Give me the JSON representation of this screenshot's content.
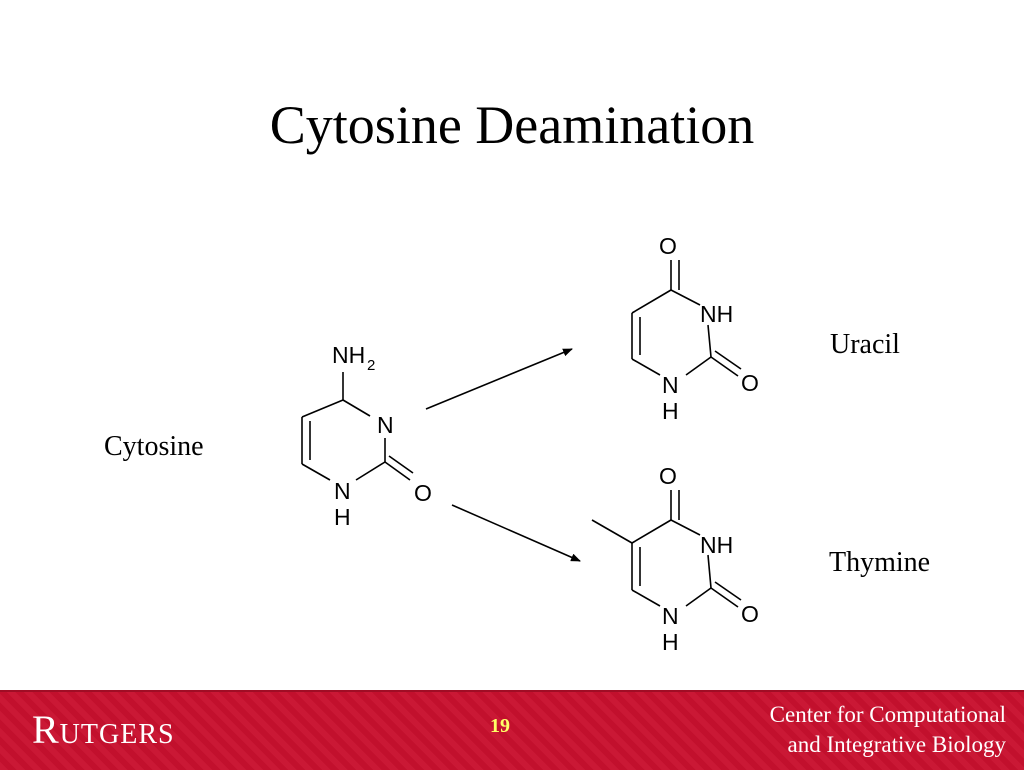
{
  "title": "Cytosine Deamination",
  "labels": {
    "cytosine": "Cytosine",
    "uracil": "Uracil",
    "thymine": "Thymine"
  },
  "atoms": {
    "cytosine": {
      "amine": "NH",
      "amine_sub": "2",
      "n3": "N",
      "n1": "N",
      "n1_h": "H",
      "o2": "O"
    },
    "uracil": {
      "o4": "O",
      "n3h": "NH",
      "n1": "N",
      "n1_h": "H",
      "o2": "O"
    },
    "thymine": {
      "o4": "O",
      "n3h": "NH",
      "n1": "N",
      "n1_h": "H",
      "o2": "O"
    }
  },
  "footer": {
    "logo": "Rutgers",
    "page_number": "19",
    "dept_line1": "Center for Computational",
    "dept_line2": "and Integrative Biology"
  },
  "colors": {
    "footer_bg": "#c8102e",
    "page_number": "#ffff66",
    "footer_text": "#ffffff"
  }
}
